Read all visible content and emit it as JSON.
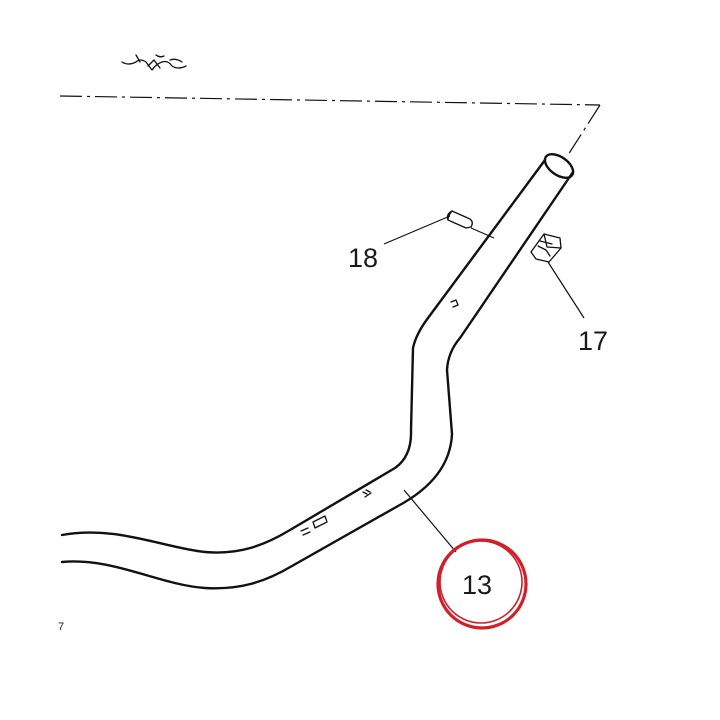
{
  "diagram": {
    "callouts": {
      "handlebar": "13",
      "clip": "17",
      "pin": "18"
    },
    "corner_mark": "7"
  },
  "colors": {
    "line": "#111111",
    "highlight_circle": "#d0202a",
    "background": "#ffffff"
  },
  "icons": {
    "highlight": "red-circle-highlight",
    "pin": "pin-part-icon",
    "clip": "clip-part-icon",
    "handlebar": "handlebar-tube-drawing"
  }
}
